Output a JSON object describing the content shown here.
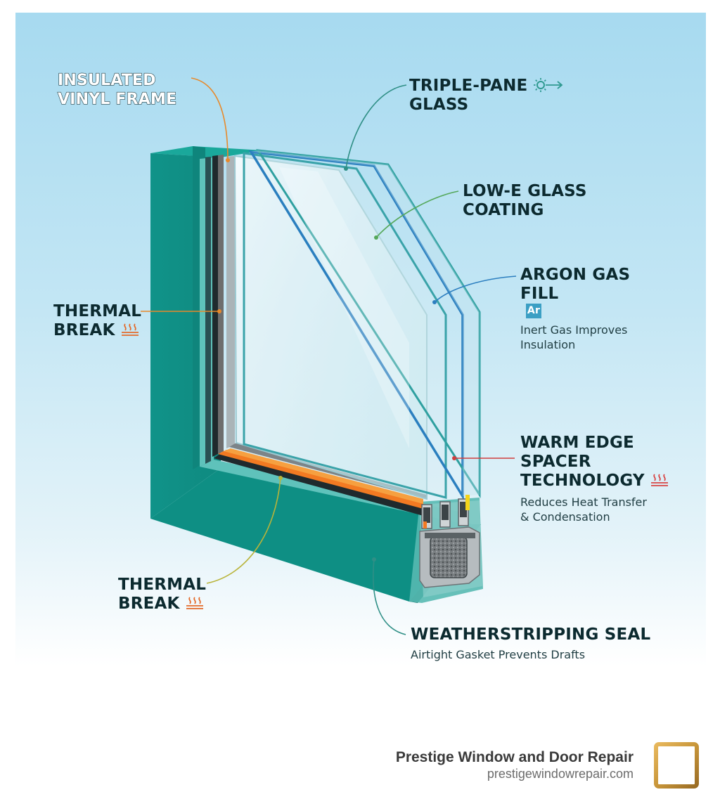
{
  "labels": {
    "vinyl_frame": [
      "INSULATED",
      "VINYL FRAME"
    ],
    "triple_pane": [
      "TRIPLE-PANE",
      "GLASS"
    ],
    "low_e": [
      "LOW-E GLASS",
      "COATING"
    ],
    "argon": {
      "title": [
        "ARGON GAS",
        "FILL"
      ],
      "badge": "Ar",
      "desc": [
        "Inert Gas Improves",
        "Insulation"
      ]
    },
    "thermal_break_left": [
      "THERMAL",
      "BREAK"
    ],
    "warm_edge": {
      "title": [
        "WARM EDGE",
        "SPACER",
        "TECHNOLOGY"
      ],
      "desc": [
        "Reduces Heat Transfer",
        "& Condensation"
      ]
    },
    "thermal_break_bottom": [
      "THERMAL",
      "BREAK"
    ],
    "weatherstripping": {
      "title": "WEATHERSTRIPPING SEAL",
      "desc": "Airtight Gasket Prevents Drafts"
    }
  },
  "icons": {
    "heat": "heat-waves-icon",
    "sun": "sun-arrow-icon",
    "logo": "window-logo-icon"
  },
  "brand": {
    "name": "Prestige Window and Door Repair",
    "url": "prestigewindowrepair.com"
  },
  "colors": {
    "frame": "#12978c",
    "frame_dark": "#0d776f",
    "glass_pane": "#2fa0a0",
    "argon_blue": "#2a7fbf",
    "thermal_orange": "#f27a22",
    "leader_orange": "#e8892a",
    "leader_teal": "#2f8f86",
    "leader_green": "#55a85a",
    "leader_blue": "#2d7fc0",
    "leader_red": "#cf3d3d",
    "leader_yellow": "#b9b43a",
    "logo_gold": "#c8963a"
  }
}
